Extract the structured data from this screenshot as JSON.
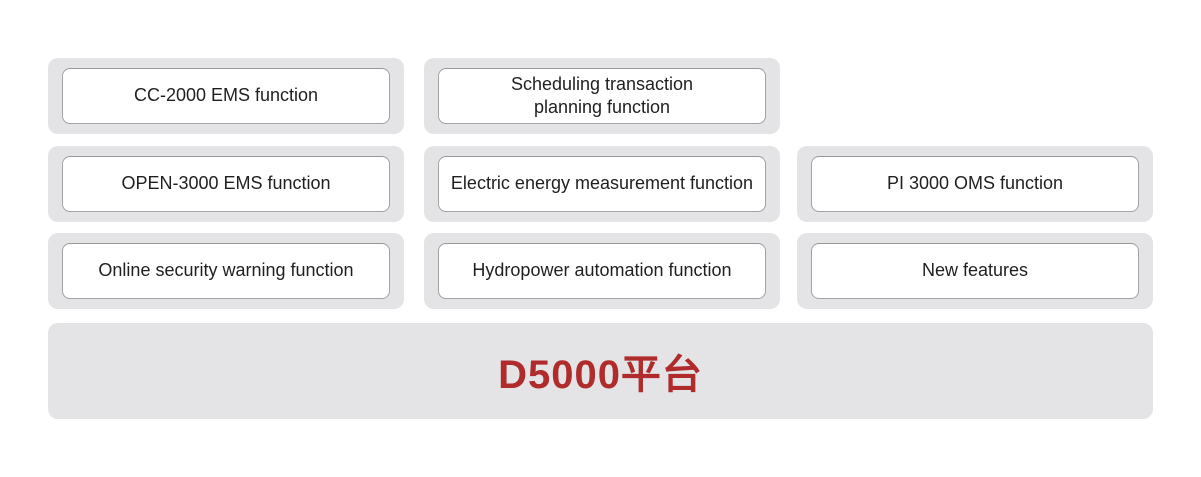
{
  "diagram": {
    "cards": [
      {
        "label": "CC-2000 EMS function",
        "row": 1,
        "col": 1
      },
      {
        "label": "Scheduling transaction\nplanning function",
        "row": 1,
        "col": 2
      },
      {
        "label": "OPEN-3000 EMS function",
        "row": 2,
        "col": 1
      },
      {
        "label": "Electric energy measurement function",
        "row": 2,
        "col": 2
      },
      {
        "label": "PI 3000 OMS function",
        "row": 2,
        "col": 3
      },
      {
        "label": "Online security warning function",
        "row": 3,
        "col": 1
      },
      {
        "label": "Hydropower automation function",
        "row": 3,
        "col": 2
      },
      {
        "label": "New features",
        "row": 3,
        "col": 3
      }
    ],
    "platform": {
      "label": "D5000平台"
    },
    "colors": {
      "card_container": "#e4e4e6",
      "card_box_bg": "#ffffff",
      "card_box_border": "#a3a3a3",
      "card_label_text": "#1f1f1f",
      "platform_bg": "#e4e4e6",
      "platform_text": "#b02b2b",
      "page_bg": "#ffffff"
    }
  }
}
